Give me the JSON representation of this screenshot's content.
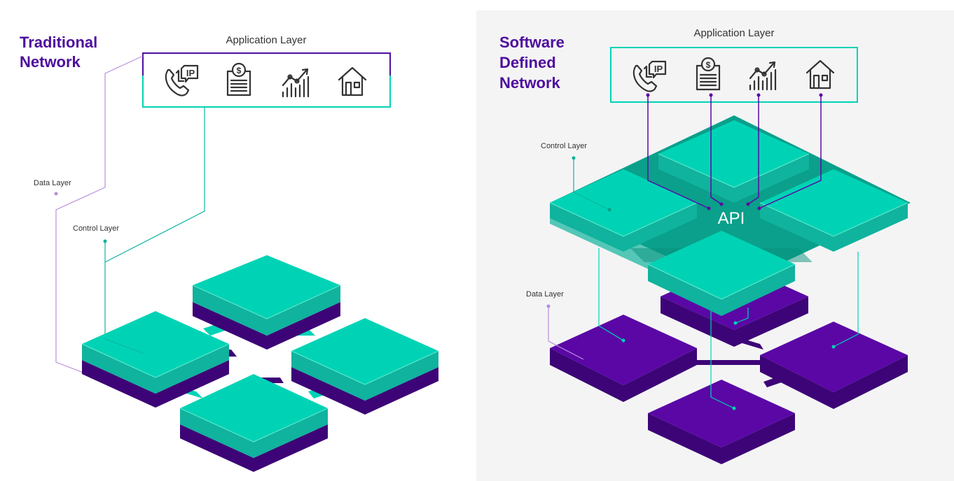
{
  "colors": {
    "purple_text": "#4e0e9d",
    "teal_top": "#00d3b5",
    "teal_light_edge": "#5fe6cd",
    "teal_side": "#10b39d",
    "teal_dark": "#0aa08b",
    "purple_top": "#5a07a6",
    "purple_side": "#3d0477",
    "purple_line": "#b98fdc",
    "right_panel_bg": "#f4f4f5"
  },
  "traditional": {
    "title_line1": "Traditional",
    "title_line2": "Network",
    "app_layer_label": "Application Layer",
    "data_layer_label": "Data Layer",
    "control_layer_label": "Control Layer",
    "icons": [
      "voip-phone-icon",
      "invoice-icon",
      "analytics-chart-icon",
      "home-icon"
    ]
  },
  "sdn": {
    "title_line1": "Software",
    "title_line2": "Defined",
    "title_line3": "Network",
    "app_layer_label": "Application Layer",
    "control_layer_label": "Control Layer",
    "data_layer_label": "Data Layer",
    "api_label": "API",
    "icons": [
      "voip-phone-icon",
      "invoice-icon",
      "analytics-chart-icon",
      "home-icon"
    ]
  },
  "icon_text": {
    "ip": "IP",
    "dollar": "$"
  }
}
